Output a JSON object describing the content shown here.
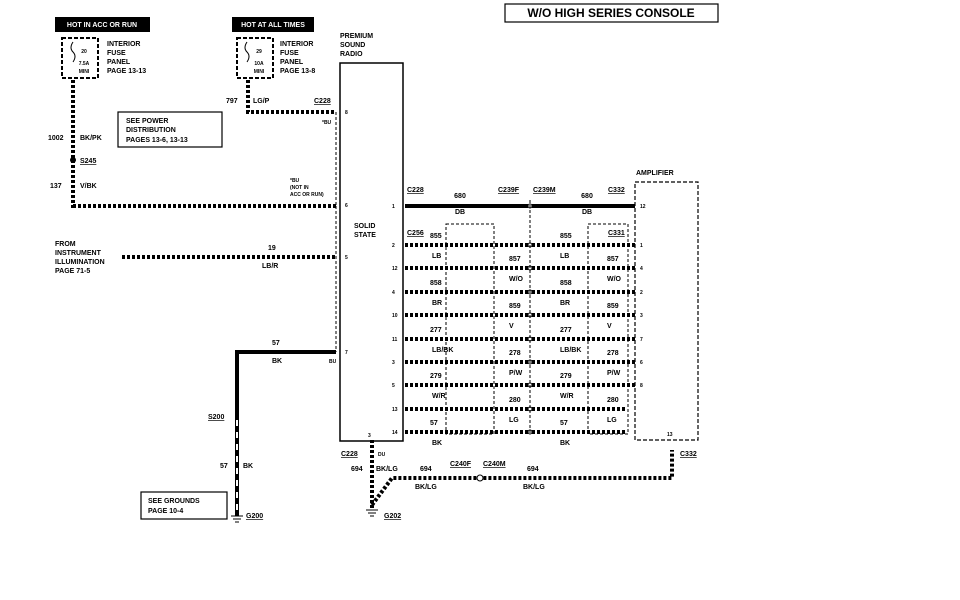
{
  "title": "W/O HIGH SERIES CONSOLE",
  "power": {
    "acc_header": "HOT IN ACC OR RUN",
    "always_header": "HOT AT ALL TIMES",
    "fuse1": {
      "amp": "20",
      "rating": "7.5A",
      "type": "MINI",
      "label": [
        "INTERIOR",
        "FUSE",
        "PANEL",
        "PAGE 13-13"
      ]
    },
    "fuse2": {
      "amp": "29",
      "rating": "10A",
      "type": "MINI",
      "label": [
        "INTERIOR",
        "FUSE",
        "PANEL",
        "PAGE 13-8"
      ]
    },
    "see_power": [
      "SEE POWER",
      "DISTRIBUTION",
      "PAGES 13-6, 13-13"
    ]
  },
  "left_wires": {
    "w797": {
      "circuit": "797",
      "color": "LG/P",
      "connector": "C228",
      "note": "*BU"
    },
    "w1002": {
      "circuit": "1002",
      "color": "BK/PK"
    },
    "splice": "S245",
    "w137": {
      "circuit": "137",
      "color": "V/BK",
      "note": [
        "*BU",
        "(NOT IN",
        "ACC OR RUN)"
      ]
    },
    "illum": {
      "label": [
        "FROM",
        "INSTRUMENT",
        "ILLUMINATION",
        "PAGE 71-5"
      ],
      "circuit": "19",
      "color": "LB/R"
    },
    "ground": {
      "circuit": "57",
      "color": "BK",
      "note": "BU"
    },
    "s200": "S200",
    "g_circuit": "57",
    "g_color": "BK",
    "see_grounds": [
      "SEE GROUNDS",
      "PAGE 10-4"
    ],
    "g200": "G200"
  },
  "radio": {
    "title": [
      "PREMIUM",
      "SOUND",
      "RADIO"
    ],
    "state": [
      "SOLID",
      "STATE"
    ],
    "left_pins": [
      "8",
      "6",
      "5",
      "7"
    ],
    "right_pins": [
      "1",
      "2",
      "12",
      "4",
      "10",
      "11",
      "3",
      "5",
      "13",
      "14"
    ],
    "bottom_pin": "3"
  },
  "amplifier": {
    "title": "AMPLIFIER",
    "pins": [
      "12",
      "1",
      "4",
      "2",
      "3",
      "7",
      "6",
      "8"
    ],
    "bottom_pin": "13",
    "connector": "C332"
  },
  "connectors": {
    "c228": "C228",
    "c239f": "C239F",
    "c239m": "C239M",
    "c332": "C332",
    "c256": "C256",
    "c331": "C331"
  },
  "wires": [
    {
      "circuit": "680",
      "color": "DB"
    },
    {
      "circuit": "855",
      "color": "LB"
    },
    {
      "circuit": "857",
      "color": "W/O"
    },
    {
      "circuit": "858",
      "color": "BR"
    },
    {
      "circuit": "859",
      "color": "V"
    },
    {
      "circuit": "277",
      "color": "LB/BK"
    },
    {
      "circuit": "278",
      "color": "P/W"
    },
    {
      "circuit": "279",
      "color": "W/R"
    },
    {
      "circuit": "280",
      "color": "LG"
    },
    {
      "circuit": "57",
      "color": "BK"
    }
  ],
  "bottom": {
    "c228": "C228",
    "du": "DU",
    "circuit": "694",
    "color": "BK/LG",
    "c240f": "C240F",
    "c240m": "C240M",
    "g202": "G202",
    "c332": "C332"
  }
}
